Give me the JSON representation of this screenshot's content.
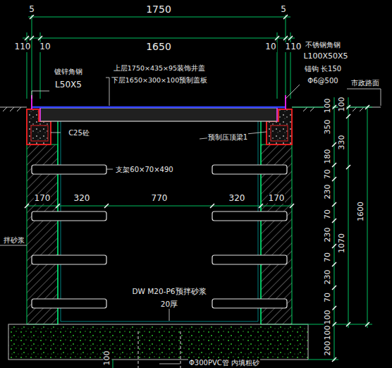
{
  "diagram": {
    "labels": [
      "5",
      "1750",
      "5",
      "110",
      "10",
      "1650",
      "10",
      "110",
      "镀锌角钢",
      "L50X5",
      "上层1750×435×95装饰井盖",
      "下层1650×300×100预制盖板",
      "不锈钢角钢",
      "L100X50X5",
      "锚钩 长150",
      "Φ6@500",
      "市政路面",
      "C25砼",
      "预制压顶梁1",
      "支架60×70×490",
      "170",
      "320",
      "770",
      "320",
      "170",
      "拌砂浆",
      "DW M20-P6预拌砂浆",
      "20厚",
      "Φ300PVC管 内填粗砂",
      "100",
      "350",
      "180",
      "70",
      "230",
      "70",
      "230",
      "70",
      "230",
      "70",
      "100",
      "100",
      "200",
      "100",
      "330",
      "1070",
      "1600",
      "100"
    ]
  }
}
